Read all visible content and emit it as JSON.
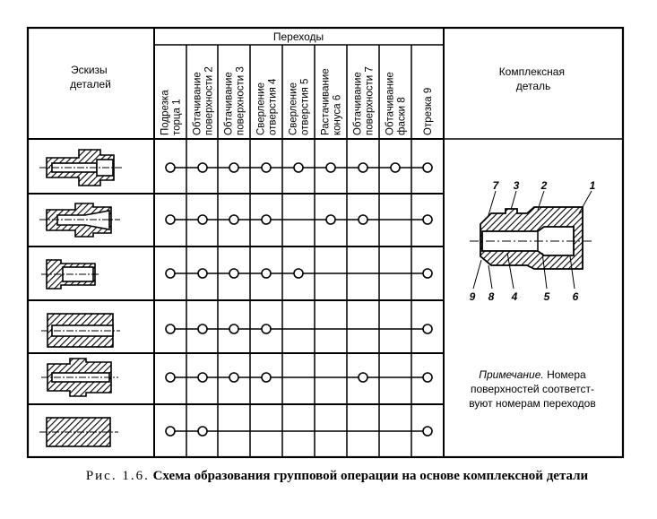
{
  "header": {
    "sketches": [
      "Эскизы",
      "деталей"
    ],
    "transitions_title": "Переходы",
    "complex": [
      "Комплексная",
      "деталь"
    ]
  },
  "transitions": [
    [
      "Подрезка",
      "торца 1"
    ],
    [
      "Обтачивание",
      "поверхности 2"
    ],
    [
      "Обтачивание",
      "поверхности 3"
    ],
    [
      "Сверление",
      "отверстия 4"
    ],
    [
      "Сверление",
      "отверстия 5"
    ],
    [
      "Растачивание",
      "конуса 6"
    ],
    [
      "Обтачивание",
      "поверхности 7"
    ],
    [
      "Обтачивание",
      "фаски 8"
    ],
    [
      "Отрезка 9"
    ]
  ],
  "matrix": [
    [
      1,
      1,
      1,
      1,
      1,
      1,
      1,
      1,
      1
    ],
    [
      1,
      1,
      1,
      1,
      0,
      1,
      1,
      0,
      1
    ],
    [
      1,
      1,
      1,
      1,
      1,
      0,
      0,
      0,
      1
    ],
    [
      1,
      1,
      1,
      1,
      0,
      0,
      0,
      0,
      1
    ],
    [
      1,
      1,
      1,
      1,
      0,
      0,
      1,
      0,
      1
    ],
    [
      1,
      1,
      0,
      0,
      0,
      0,
      0,
      0,
      1
    ]
  ],
  "complex_part": {
    "labels_top": [
      "7",
      "3",
      "2",
      "1"
    ],
    "labels_bottom": [
      "9",
      "8",
      "4",
      "5",
      "6"
    ]
  },
  "note": {
    "title": "Примечание.",
    "rest": "Номера",
    "line2": "поверхностей соответст-",
    "line3": "вуют номерам переходов"
  },
  "caption": {
    "label": "Рис. 1.6.",
    "text": "Схема образования групповой операции на основе комплексной детали"
  }
}
